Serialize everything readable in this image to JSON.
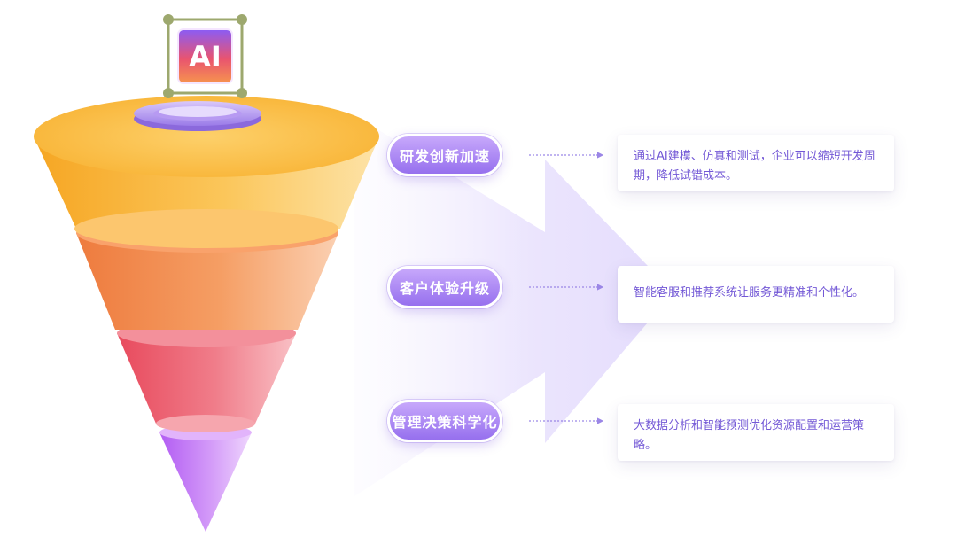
{
  "badge": {
    "label": "AI"
  },
  "items": [
    {
      "label": "研发创新加速",
      "description": "通过AI建模、仿真和测试，企业可以缩短开发周期，降低试错成本。"
    },
    {
      "label": "客户体验升级",
      "description": "智能客服和推荐系统让服务更精准和个性化。"
    },
    {
      "label": "管理决策科学化",
      "description": "大数据分析和智能预测优化资源配置和运营策略。"
    }
  ],
  "colors": {
    "tier1": "#fbb84a",
    "tier2": "#f4905a",
    "tier3": "#ec6b7c",
    "tier4": "#c886f6",
    "accent_purple": "#9670ee",
    "text_purple": "#7358d6"
  }
}
